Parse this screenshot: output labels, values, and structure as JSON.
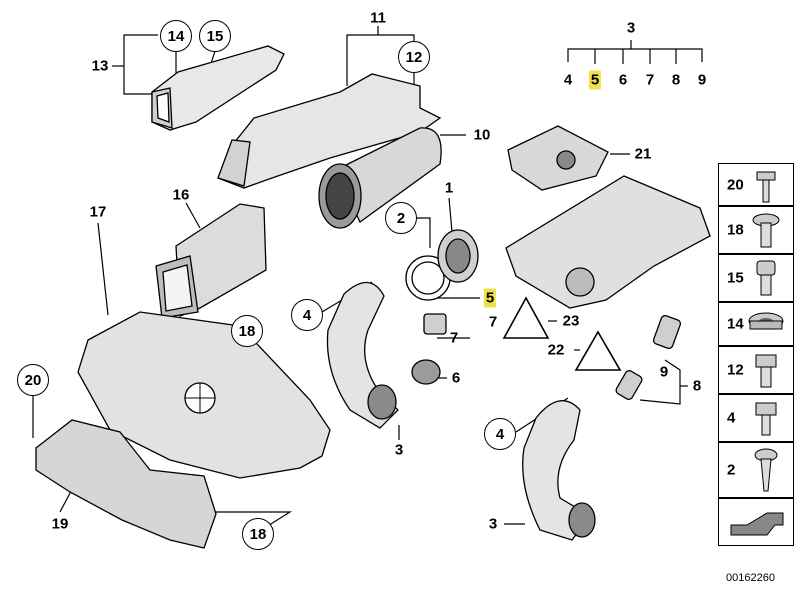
{
  "parts": {
    "p1": "1",
    "p2": "2",
    "p3a": "3",
    "p3b": "3",
    "p3c": "3",
    "p4a": "4",
    "p4b": "4",
    "p4c": "4",
    "p5a": "5",
    "p5b": "5",
    "p6a": "6",
    "p6b": "6",
    "p7a": "7",
    "p7b": "7",
    "p7c": "7",
    "p8a": "8",
    "p8b": "8",
    "p9a": "9",
    "p9b": "9",
    "p10": "10",
    "p11": "11",
    "p12": "12",
    "p13": "13",
    "p14": "14",
    "p15": "15",
    "p16": "16",
    "p17": "17",
    "p18a": "18",
    "p18b": "18",
    "p19": "19",
    "p20": "20",
    "p21": "21",
    "p22": "22",
    "p23": "23"
  },
  "legend": [
    {
      "num": "20",
      "icon": "bolt-icon"
    },
    {
      "num": "18",
      "icon": "torx-screw-icon"
    },
    {
      "num": "15",
      "icon": "socket-screw-icon"
    },
    {
      "num": "14",
      "icon": "grommet-icon"
    },
    {
      "num": "12",
      "icon": "hex-bolt-washer-icon"
    },
    {
      "num": "4",
      "icon": "hex-bolt-icon"
    },
    {
      "num": "2",
      "icon": "self-tapping-screw-icon"
    }
  ],
  "diagram_code": "00162260",
  "highlight_color": "#f0e14a"
}
